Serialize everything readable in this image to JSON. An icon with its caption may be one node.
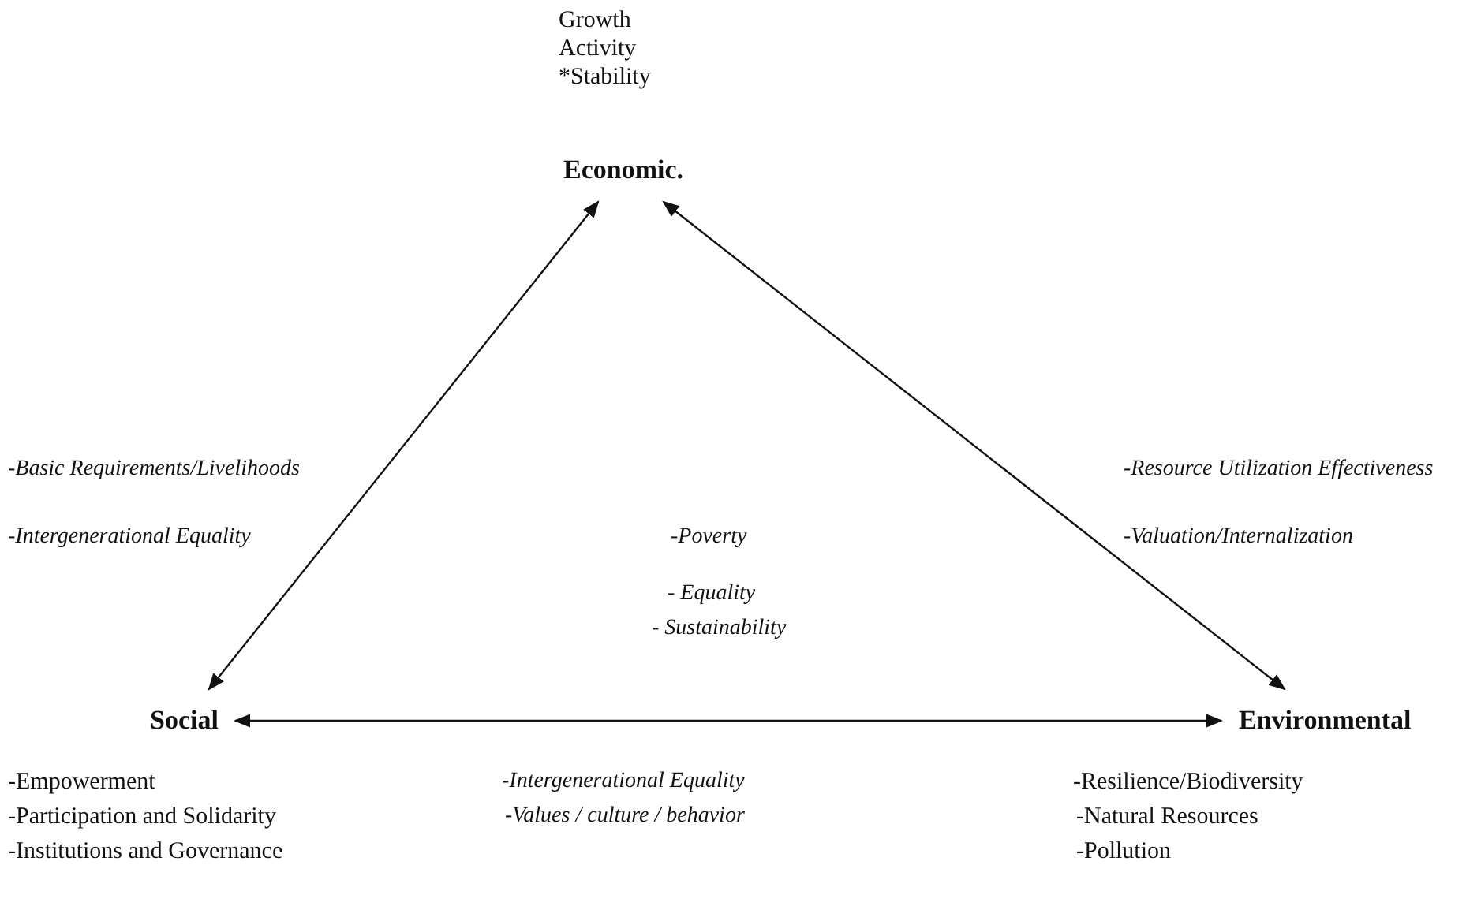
{
  "diagram": {
    "nodes": [
      {
        "text": [
          "Economic."
        ]
      },
      {
        "text": [
          "Social"
        ]
      },
      {
        "text": [
          "Environmental"
        ]
      }
    ],
    "edges": [
      {
        "from": 1,
        "to": 0,
        "arrow": "both"
      },
      {
        "from": 0,
        "to": 2,
        "arrow": "both"
      },
      {
        "from": 1,
        "to": 2,
        "arrow": "both"
      }
    ],
    "labels": [
      "Growth",
      "Activity",
      "*Stability",
      "-Basic Requirements/Livelihoods",
      "-Resource Utilization Effectiveness",
      "-Intergenerational Equality",
      "-Poverty",
      "-Valuation/Internalization",
      "- Equality",
      "- Sustainability",
      "-Empowerment",
      "-Intergenerational Equality",
      "-Resilience/Biodiversity",
      "-Participation and Solidarity",
      "-Values / culture / behavior",
      "-Natural Resources",
      "-Institutions and Governance",
      "-Pollution"
    ]
  }
}
